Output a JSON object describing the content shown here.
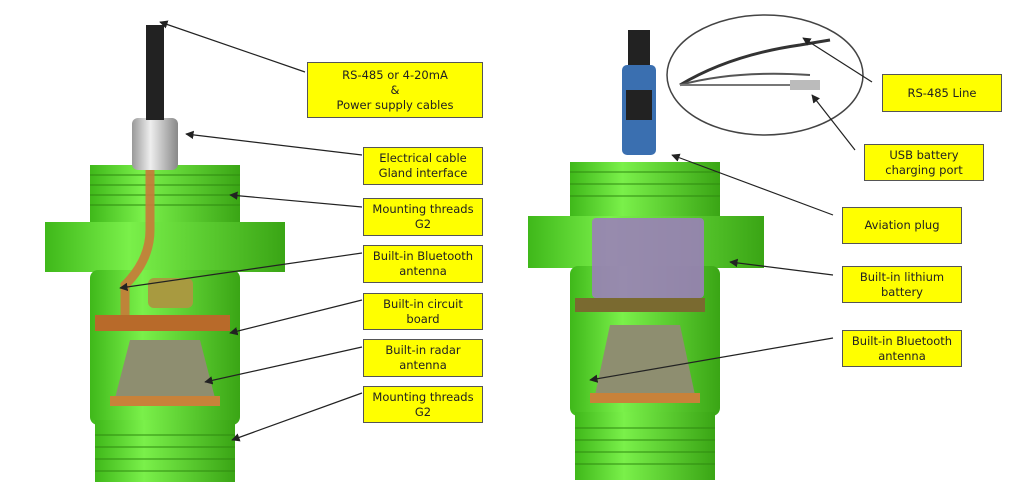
{
  "left_labels": {
    "cables": [
      "RS-485 or 4-20mA",
      "&",
      "Power supply cables"
    ],
    "gland": [
      "Electrical cable",
      "Gland interface"
    ],
    "threads_top": [
      "Mounting threads",
      "G2"
    ],
    "bluetooth": [
      "Built-in Bluetooth",
      "antenna"
    ],
    "circuit": [
      "Built-in circuit",
      "board"
    ],
    "radar": [
      "Built-in radar",
      "antenna"
    ],
    "threads_bottom": [
      "Mounting threads",
      "G2"
    ]
  },
  "right_labels": {
    "rs485": [
      "RS-485 Line"
    ],
    "usb": [
      "USB battery",
      "charging port"
    ],
    "aviation": [
      "Aviation plug"
    ],
    "battery": [
      "Built-in lithium",
      "battery"
    ],
    "bluetooth": [
      "Built-in Bluetooth",
      "antenna"
    ]
  },
  "colors": {
    "label_bg": "#ffff00",
    "body": "#5fe62a",
    "copper": "#c87a3a"
  }
}
